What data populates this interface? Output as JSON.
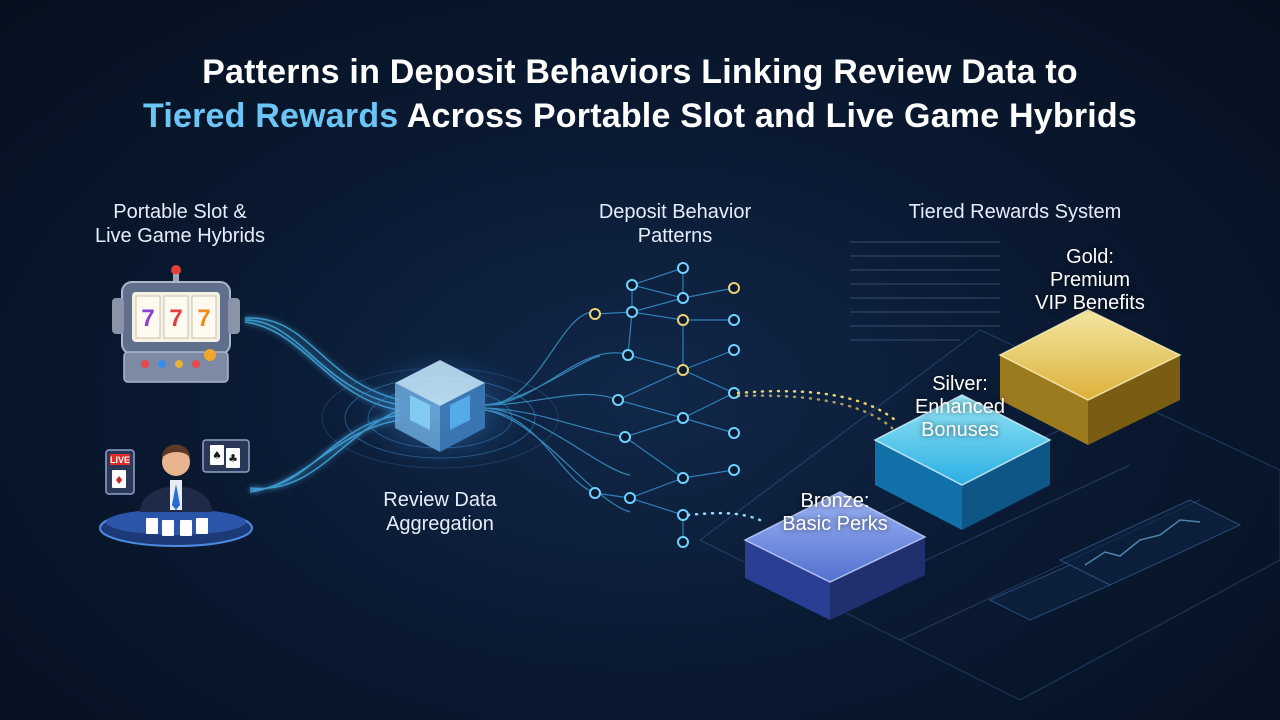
{
  "title": {
    "line1": "Patterns in Deposit Behaviors Linking Review Data to",
    "line2_highlight": "Tiered Rewards",
    "line2_rest": " Across Portable Slot and Live Game Hybrids"
  },
  "sections": {
    "source_line1": "Portable Slot &",
    "source_line2": "Live Game Hybrids",
    "aggregation_line1": "Review Data",
    "aggregation_line2": "Aggregation",
    "patterns_line1": "Deposit Behavior",
    "patterns_line2": "Patterns",
    "rewards": "Tiered Rewards System"
  },
  "live_badge": "LIVE",
  "tiers": [
    {
      "name": "Bronze:",
      "line2": "Basic Perks",
      "line3": ""
    },
    {
      "name": "Silver:",
      "line2": "Enhanced",
      "line3": "Bonuses"
    },
    {
      "name": "Gold:",
      "line2": "Premium",
      "line3": "VIP Benefits"
    }
  ],
  "colors": {
    "accent": "#6cc6f5",
    "bronze": "#6f8fe6",
    "silver": "#38c9f2",
    "gold": "#f2cf55",
    "glow": "#59c8ff"
  },
  "icons": [
    "slot-machine-icon",
    "live-dealer-icon",
    "playing-cards-icon",
    "data-cube-icon",
    "network-node-icon",
    "mini-chart-icon"
  ]
}
